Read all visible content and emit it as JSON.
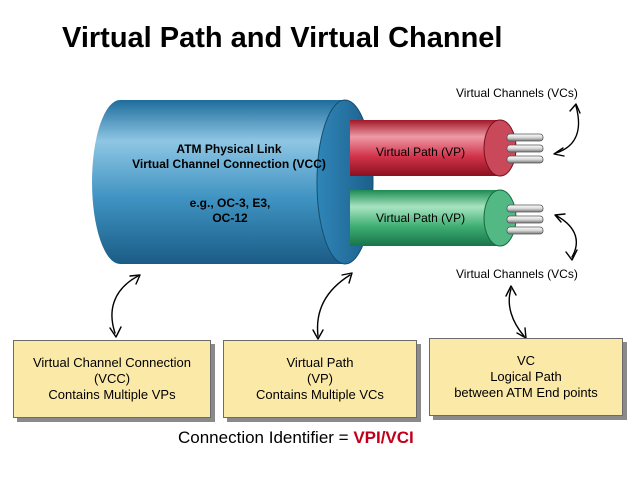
{
  "title": "Virtual Path and Virtual Channel",
  "labels": {
    "vc_top": "Virtual Channels (VCs)",
    "vc_bottom": "Virtual Channels (VCs)"
  },
  "cable": {
    "line1": "ATM Physical Link",
    "line2": "Virtual Channel Connection (VCC)",
    "line3": "e.g., OC-3, E3,",
    "line4": "OC-12"
  },
  "vp_top": "Virtual Path (VP)",
  "vp_bottom": "Virtual Path (VP)",
  "boxes": [
    {
      "line1": "Virtual Channel Connection",
      "line2": "(VCC)",
      "line3": "Contains Multiple VPs"
    },
    {
      "line1": "Virtual Path",
      "line2": "(VP)",
      "line3": "Contains Multiple VCs"
    },
    {
      "line1": "VC",
      "line2": "Logical Path",
      "line3": "between ATM End points"
    }
  ],
  "footer": {
    "text": "Connection Identifier = ",
    "highlight": "VPI/VCI"
  },
  "colors": {
    "cable": "#3a8fbf",
    "vp_top": "#d2334a",
    "vp_bottom": "#3fae72",
    "box_fill": "#fbe9a8",
    "highlight": "#c0001a"
  }
}
